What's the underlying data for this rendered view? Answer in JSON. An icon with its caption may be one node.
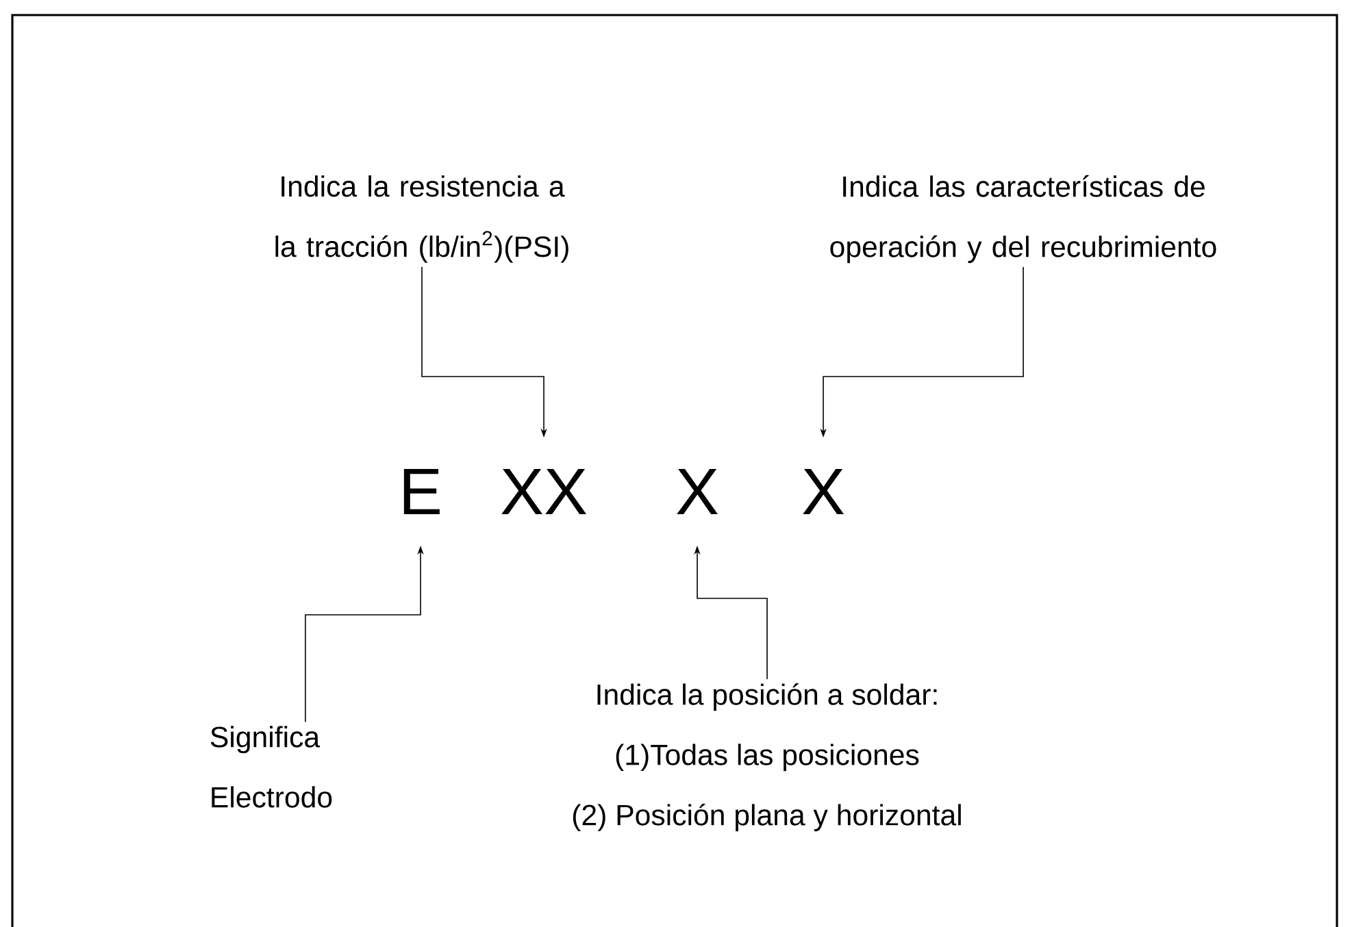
{
  "diagram": {
    "nodes": [
      {
        "text": [
          "Indica la resistencia a la tracción (lb/in$^{2}$)(PSI)"
        ]
      },
      {
        "text": [
          "Indica las características de operación y del recubrimiento"
        ]
      },
      {
        "text": [
          "E"
        ]
      },
      {
        "text": [
          "XX"
        ]
      },
      {
        "text": [
          "X"
        ]
      },
      {
        "text": [
          "X"
        ]
      },
      {
        "text": [
          "Significa Electrodo"
        ]
      },
      {
        "text": [
          "Indica la posición a soldar:",
          "(1)Todas las posiciones",
          "(2) Posición plana y horizontal"
        ]
      }
    ],
    "edges": [
      {
        "from": 0,
        "to": 3,
        "arrow": "to"
      },
      {
        "from": 1,
        "to": 5,
        "arrow": "to"
      },
      {
        "from": 6,
        "to": 2,
        "arrow": "to"
      },
      {
        "from": 7,
        "to": 4,
        "arrow": "to"
      }
    ]
  }
}
